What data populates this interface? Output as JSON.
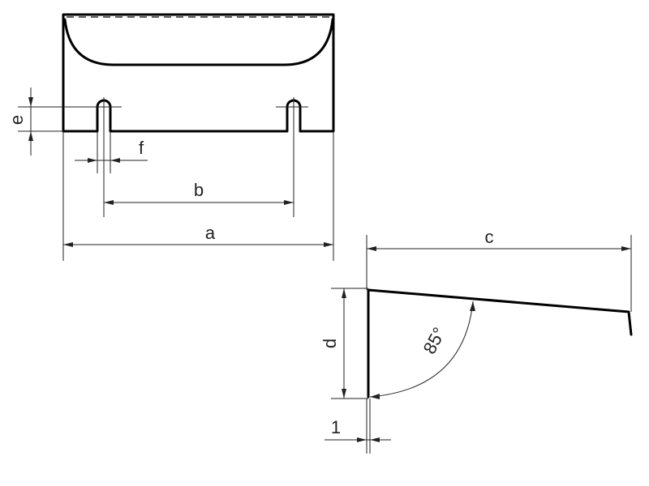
{
  "labels": {
    "a": "a",
    "b": "b",
    "c": "c",
    "d": "d",
    "e": "e",
    "f": "f",
    "thickness": "1",
    "angle": "85°"
  }
}
